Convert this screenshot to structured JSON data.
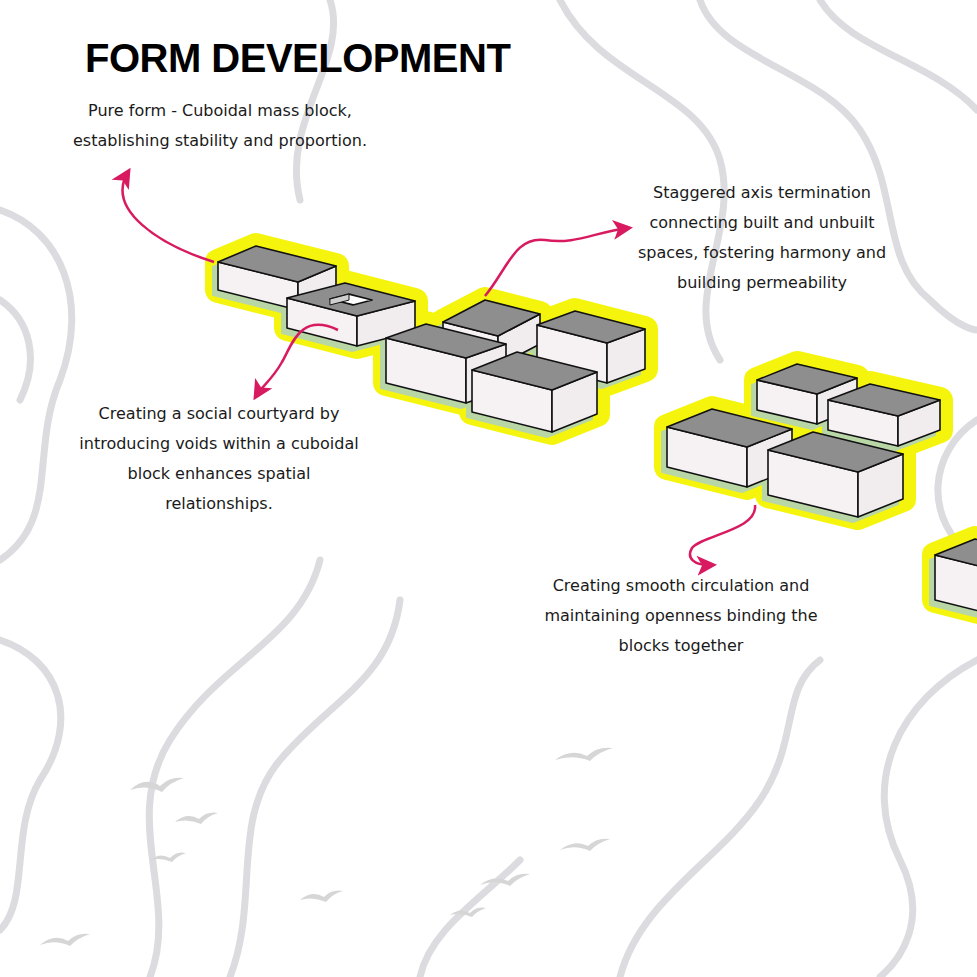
{
  "diagram": {
    "title": "FORM DEVELOPMENT",
    "labels": [
      "Pure form - Cuboidal mass block, establishing stability and proportion.",
      "Staggered axis termination connecting built and unbuilt spaces, fostering harmony and building permeability",
      "Creating a social courtyard by introducing voids within a cuboidal block enhances spatial relationships.",
      "Creating smooth circulation and maintaining openness binding the blocks together"
    ]
  }
}
